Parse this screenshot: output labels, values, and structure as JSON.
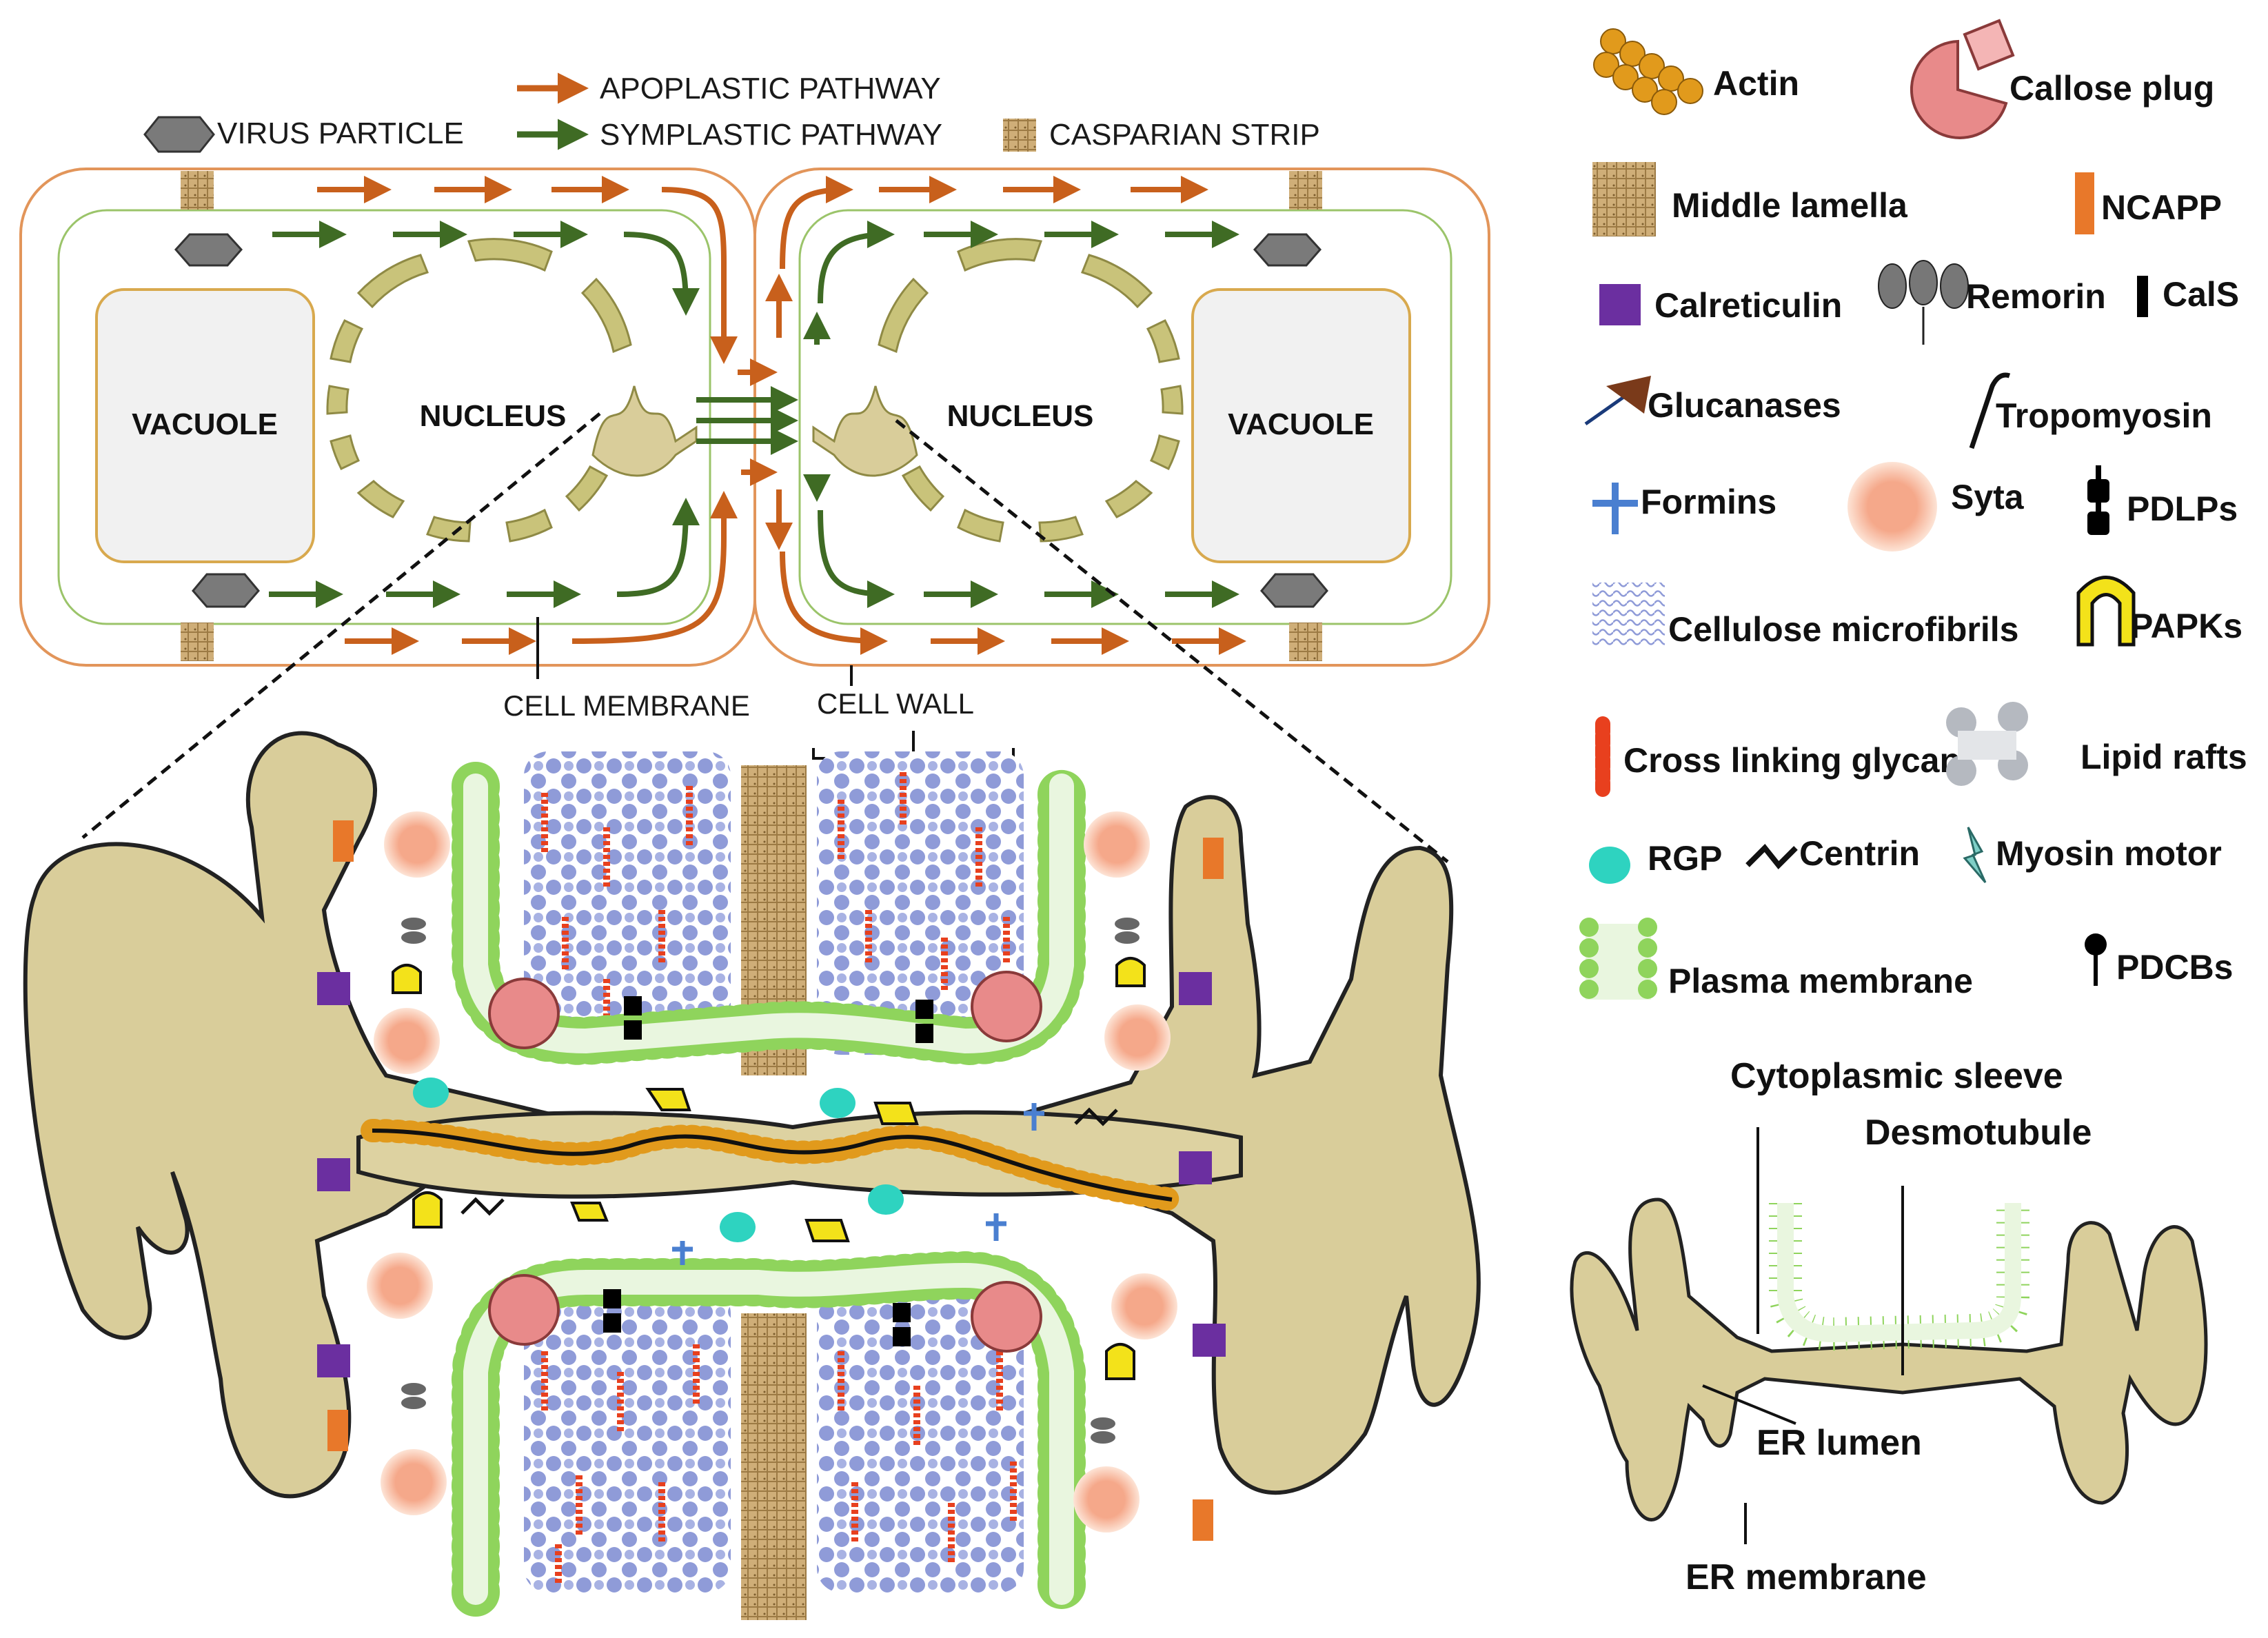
{
  "top_legend": {
    "apoplastic": "APOPLASTIC PATHWAY",
    "symplastic": "SYMPLASTIC PATHWAY",
    "virus": "VIRUS PARTICLE",
    "casparian": "CASPARIAN STRIP"
  },
  "cells": {
    "vacuole_left": "VACUOLE",
    "vacuole_right": "VACUOLE",
    "nucleus_left": "NUCLEUS",
    "nucleus_right": "NUCLEUS",
    "cell_membrane": "CELL MEMBRANE",
    "cell_wall": "CELL WALL"
  },
  "legend": {
    "actin": "Actin",
    "callose_plug": "Callose plug",
    "middle_lamella": "Middle lamella",
    "ncapp": "NCAPP",
    "calreticulin": "Calreticulin",
    "remorin": "Remorin",
    "cals": "CalS",
    "glucanases": "Glucanases",
    "tropomyosin": "Tropomyosin",
    "formins": "Formins",
    "syta": "Syta",
    "pdlps": "PDLPs",
    "cellulose": "Cellulose microfibrils",
    "papks": "PAPKs",
    "glycan": "Cross linking glycan",
    "lipid_rafts": "Lipid rafts",
    "rgp": "RGP",
    "centrin": "Centrin",
    "myosin": "Myosin motor",
    "plasma_membrane": "Plasma membrane",
    "pdcbs": "PDCBs"
  },
  "inset": {
    "cytoplasmic_sleeve": "Cytoplasmic sleeve",
    "desmotubule": "Desmotubule",
    "er_lumen": "ER lumen",
    "er_membrane": "ER membrane"
  },
  "colors": {
    "apoplastic": "#c8601c",
    "symplastic": "#3f6b24",
    "cell_outline": "#e2955a",
    "membrane_outline": "#9bc46a",
    "er": "#d9cd9a",
    "cellulose": "#8f9bd8",
    "glycan": "#e8401e",
    "plasma_membrane": "#8fd45c",
    "calreticulin": "#6b2fa0",
    "ncapp": "#e8782a",
    "syta": "#f5a88a",
    "papk": "#f3e21a",
    "callose": "#e88a8a",
    "actin": "#e19a1c",
    "rgp": "#2ed3c0",
    "formin": "#4a7fd0",
    "lamella": "#c9a66b"
  }
}
